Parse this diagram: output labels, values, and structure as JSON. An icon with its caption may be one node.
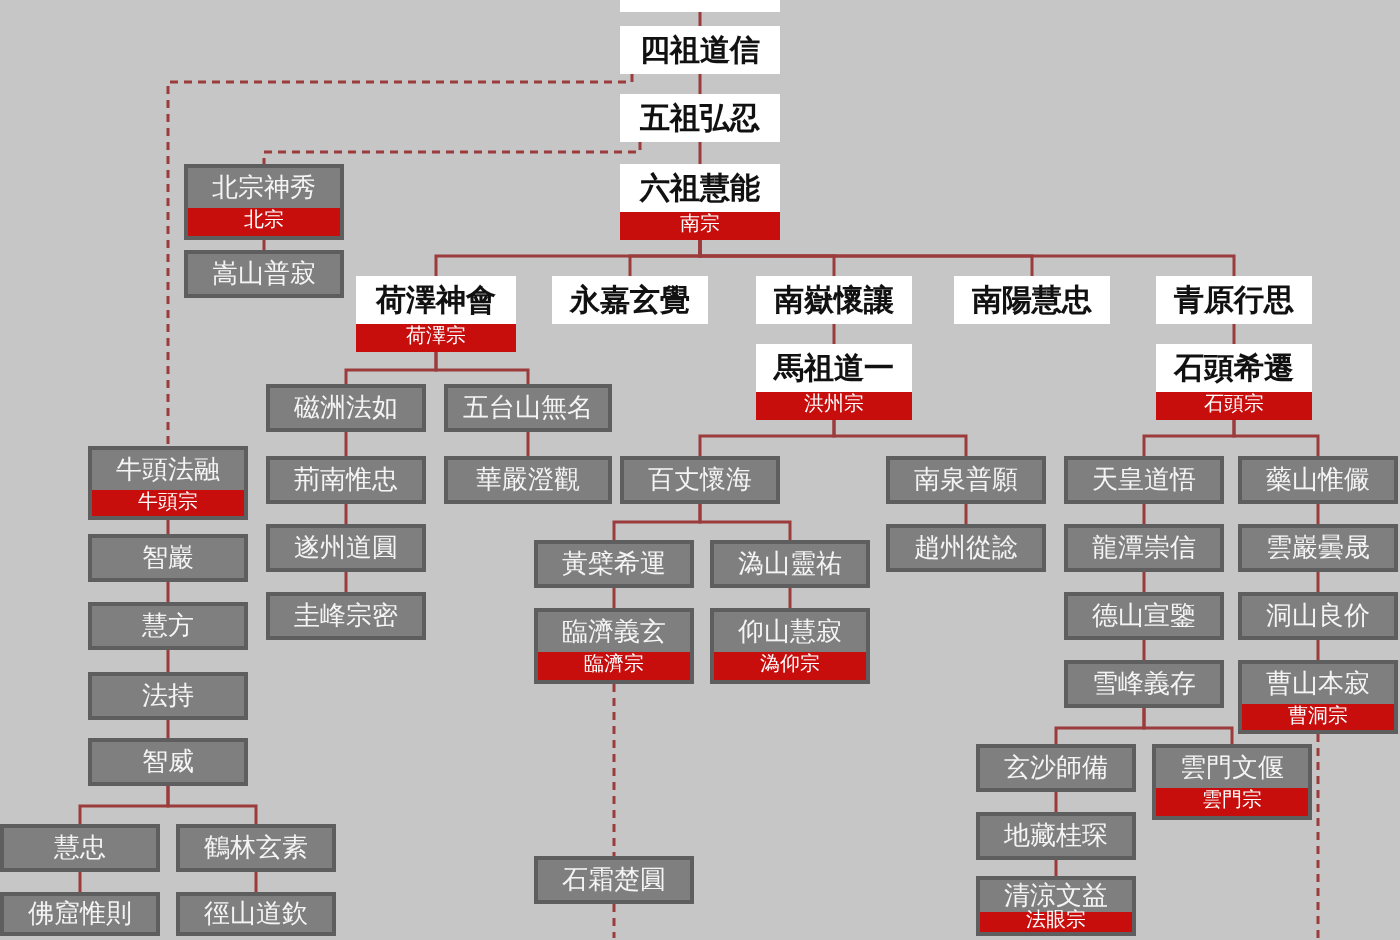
{
  "diagram": {
    "nodes": [
      {
        "text": [],
        "shape": "box"
      },
      {
        "text": [
          "四祖道信"
        ]
      },
      {
        "text": [
          "五祖弘忍"
        ]
      },
      {
        "text": [
          "六祖慧能",
          "南宗"
        ]
      },
      {
        "text": [
          "北宗神秀",
          "北宗"
        ]
      },
      {
        "text": [
          "嵩山普寂"
        ]
      },
      {
        "text": [
          "荷澤神會",
          "荷澤宗"
        ]
      },
      {
        "text": [
          "永嘉玄覺"
        ]
      },
      {
        "text": [
          "南嶽懷讓"
        ]
      },
      {
        "text": [
          "南陽慧忠"
        ]
      },
      {
        "text": [
          "青原行思"
        ]
      },
      {
        "text": [
          "馬祖道一",
          "洪州宗"
        ]
      },
      {
        "text": [
          "石頭希遷",
          "石頭宗"
        ]
      },
      {
        "text": [
          "磁洲法如"
        ]
      },
      {
        "text": [
          "五台山無名"
        ]
      },
      {
        "text": [
          "荊南惟忠"
        ]
      },
      {
        "text": [
          "華嚴澄觀"
        ]
      },
      {
        "text": [
          "遂州道圓"
        ]
      },
      {
        "text": [
          "圭峰宗密"
        ]
      },
      {
        "text": [
          "牛頭法融",
          "牛頭宗"
        ]
      },
      {
        "text": [
          "智巖"
        ]
      },
      {
        "text": [
          "慧方"
        ]
      },
      {
        "text": [
          "法持"
        ]
      },
      {
        "text": [
          "智威"
        ]
      },
      {
        "text": [
          "慧忠"
        ]
      },
      {
        "text": [
          "鶴林玄素"
        ]
      },
      {
        "text": [
          "佛窟惟則"
        ]
      },
      {
        "text": [
          "徑山道欽"
        ]
      },
      {
        "text": [
          "百丈懷海"
        ]
      },
      {
        "text": [
          "南泉普願"
        ]
      },
      {
        "text": [
          "趙州從諗"
        ]
      },
      {
        "text": [
          "黃檗希運"
        ]
      },
      {
        "text": [
          "溈山靈祐"
        ]
      },
      {
        "text": [
          "臨濟義玄",
          "臨濟宗"
        ]
      },
      {
        "text": [
          "仰山慧寂",
          "溈仰宗"
        ]
      },
      {
        "text": [
          "石霜楚圓"
        ]
      },
      {
        "text": [
          "天皇道悟"
        ]
      },
      {
        "text": [
          "藥山惟儼"
        ]
      },
      {
        "text": [
          "龍潭崇信"
        ]
      },
      {
        "text": [
          "雲巖曇晟"
        ]
      },
      {
        "text": [
          "德山宣鑒"
        ]
      },
      {
        "text": [
          "洞山良价"
        ]
      },
      {
        "text": [
          "雪峰義存"
        ]
      },
      {
        "text": [
          "曹山本寂",
          "曹洞宗"
        ]
      },
      {
        "text": [
          "玄沙師備"
        ]
      },
      {
        "text": [
          "雲門文偃",
          "雲門宗"
        ]
      },
      {
        "text": [
          "地藏桂琛"
        ]
      },
      {
        "text": [
          "清涼文益",
          "法眼宗"
        ]
      }
    ],
    "edges": [
      {
        "from": 0,
        "to": 1,
        "arrow": "none"
      },
      {
        "from": 1,
        "to": 2,
        "arrow": "none"
      },
      {
        "from": 2,
        "to": 3,
        "arrow": "none"
      },
      {
        "from": 1,
        "to": 19,
        "arrow": "none",
        "style": "dashed"
      },
      {
        "from": 2,
        "to": 4,
        "arrow": "none",
        "style": "dashed"
      },
      {
        "from": 4,
        "to": 5,
        "arrow": "none"
      },
      {
        "from": 3,
        "to": 6,
        "arrow": "none"
      },
      {
        "from": 3,
        "to": 7,
        "arrow": "none"
      },
      {
        "from": 3,
        "to": 8,
        "arrow": "none"
      },
      {
        "from": 3,
        "to": 9,
        "arrow": "none"
      },
      {
        "from": 3,
        "to": 10,
        "arrow": "none"
      },
      {
        "from": 8,
        "to": 11,
        "arrow": "none"
      },
      {
        "from": 10,
        "to": 12,
        "arrow": "none"
      },
      {
        "from": 6,
        "to": 13,
        "arrow": "none"
      },
      {
        "from": 6,
        "to": 14,
        "arrow": "none"
      },
      {
        "from": 13,
        "to": 15,
        "arrow": "none"
      },
      {
        "from": 15,
        "to": 17,
        "arrow": "none"
      },
      {
        "from": 17,
        "to": 18,
        "arrow": "none"
      },
      {
        "from": 14,
        "to": 16,
        "arrow": "none"
      },
      {
        "from": 19,
        "to": 20,
        "arrow": "none"
      },
      {
        "from": 20,
        "to": 21,
        "arrow": "none"
      },
      {
        "from": 21,
        "to": 22,
        "arrow": "none"
      },
      {
        "from": 22,
        "to": 23,
        "arrow": "none"
      },
      {
        "from": 23,
        "to": 24,
        "arrow": "none"
      },
      {
        "from": 23,
        "to": 25,
        "arrow": "none"
      },
      {
        "from": 24,
        "to": 26,
        "arrow": "none"
      },
      {
        "from": 25,
        "to": 27,
        "arrow": "none"
      },
      {
        "from": 11,
        "to": 28,
        "arrow": "none"
      },
      {
        "from": 11,
        "to": 29,
        "arrow": "none"
      },
      {
        "from": 29,
        "to": 30,
        "arrow": "none"
      },
      {
        "from": 28,
        "to": 31,
        "arrow": "none"
      },
      {
        "from": 28,
        "to": 32,
        "arrow": "none"
      },
      {
        "from": 31,
        "to": 33,
        "arrow": "none"
      },
      {
        "from": 32,
        "to": 34,
        "arrow": "none"
      },
      {
        "from": 33,
        "to": 35,
        "arrow": "none",
        "style": "dashed"
      },
      {
        "from": 35,
        "to": null,
        "arrow": "none",
        "style": "dashed"
      },
      {
        "from": 12,
        "to": 36,
        "arrow": "none"
      },
      {
        "from": 12,
        "to": 37,
        "arrow": "none"
      },
      {
        "from": 36,
        "to": 38,
        "arrow": "none"
      },
      {
        "from": 38,
        "to": 40,
        "arrow": "none"
      },
      {
        "from": 40,
        "to": 42,
        "arrow": "none"
      },
      {
        "from": 37,
        "to": 39,
        "arrow": "none"
      },
      {
        "from": 39,
        "to": 41,
        "arrow": "none"
      },
      {
        "from": 41,
        "to": 43,
        "arrow": "none"
      },
      {
        "from": 42,
        "to": 44,
        "arrow": "none"
      },
      {
        "from": 42,
        "to": 45,
        "arrow": "none"
      },
      {
        "from": 44,
        "to": 46,
        "arrow": "none"
      },
      {
        "from": 46,
        "to": 47,
        "arrow": "none"
      },
      {
        "from": 43,
        "to": null,
        "arrow": "none",
        "style": "dashed"
      }
    ]
  }
}
